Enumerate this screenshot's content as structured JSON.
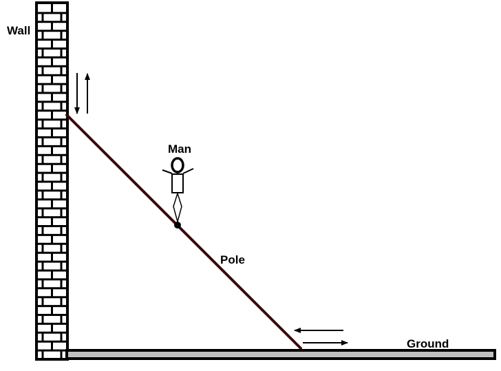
{
  "labels": {
    "wall": "Wall",
    "man": "Man",
    "pole": "Pole",
    "ground": "Ground"
  },
  "colors": {
    "background": "#ffffff",
    "outline": "#000000",
    "pole": "#3a0a0a",
    "ground_fill": "#c0c0c0"
  }
}
